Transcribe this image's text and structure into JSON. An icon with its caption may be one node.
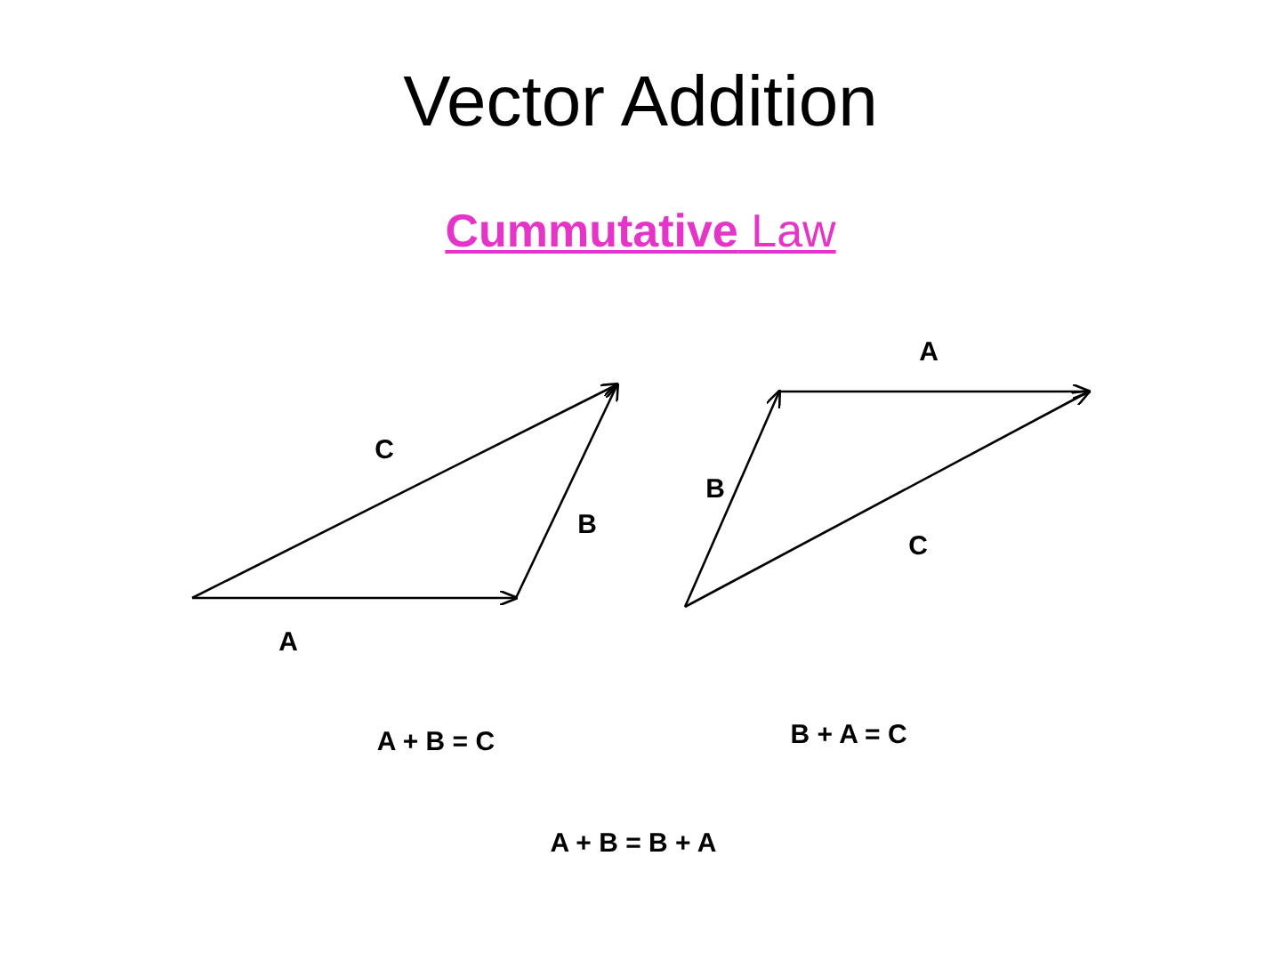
{
  "diagram": {
    "title": "Vector Addition",
    "labels": [
      "**Cummutative** Law",
      "A",
      "C",
      "B",
      "B",
      "C",
      "A",
      "B + A = C",
      "A + B = C",
      "A + B = B + A"
    ]
  }
}
